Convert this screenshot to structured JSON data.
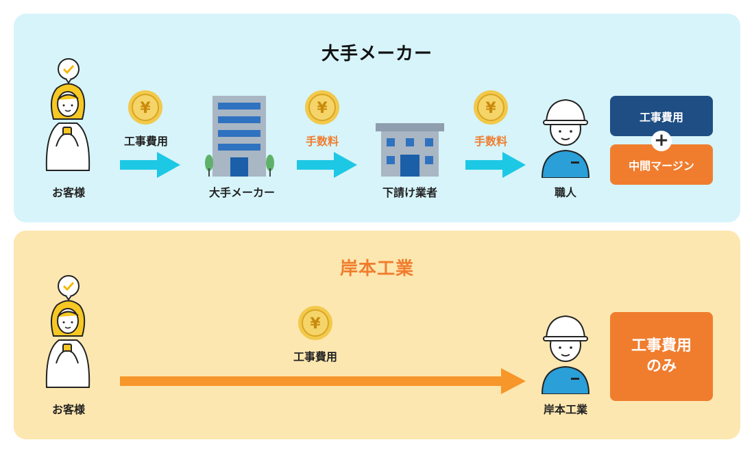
{
  "top": {
    "title": "大手メーカー",
    "customer_label": "お客様",
    "step1_label": "工事費用",
    "maker_label": "大手メーカー",
    "step2_label": "手数料",
    "subcontractor_label": "下請け業者",
    "step3_label": "手数料",
    "worker_label": "職人",
    "cost_box": "工事費用",
    "plus": "+",
    "margin_box": "中間マージン"
  },
  "bottom": {
    "title": "岸本工業",
    "customer_label": "お客様",
    "step_label": "工事費用",
    "worker_label": "岸本工業",
    "result_line1": "工事費用",
    "result_line2": "のみ"
  },
  "colors": {
    "top_bg": "#d6f4fa",
    "bottom_bg": "#fde7b0",
    "arrow_cyan": "#1dc8e5",
    "arrow_orange": "#f7962a",
    "accent_orange": "#f07d2e",
    "navy": "#1f4e84",
    "coin_gold": "#f2c94c"
  },
  "icons": [
    "check-bubble-icon",
    "yen-coin-icon",
    "building-icon",
    "worker-icon",
    "woman-with-phone-icon"
  ]
}
